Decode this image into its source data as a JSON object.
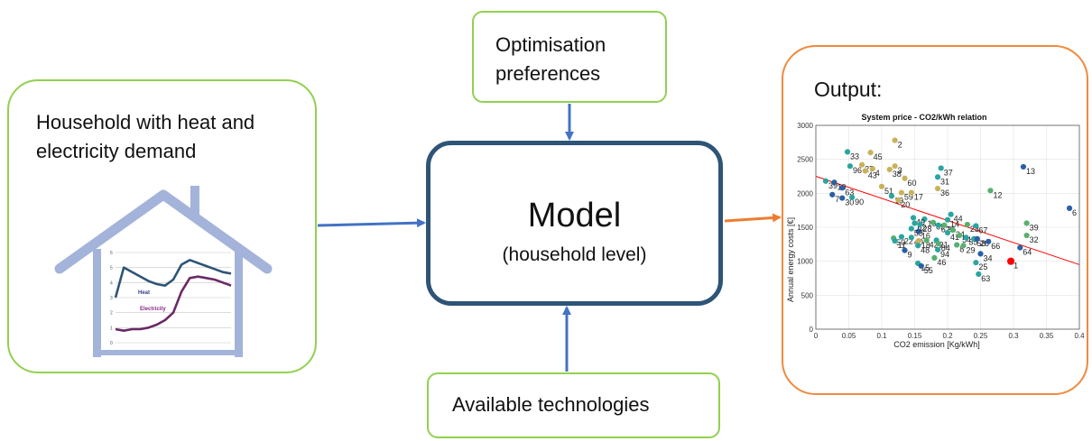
{
  "household": {
    "label": "Household with heat and electricity demand"
  },
  "house_chart": {
    "series": [
      {
        "name": "Heat",
        "color": "#2e5477",
        "values": [
          3,
          5,
          4.7,
          4.4,
          4.1,
          3.9,
          3.8,
          4.2,
          5.2,
          5.5,
          5.3,
          5.1,
          4.9,
          4.7,
          4.6
        ]
      },
      {
        "name": "Electricity",
        "color": "#6a2a66",
        "values": [
          0.9,
          0.8,
          0.9,
          0.9,
          1,
          1.2,
          1.5,
          2,
          3.4,
          4.3,
          4.4,
          4.3,
          4.2,
          4,
          3.8
        ]
      }
    ],
    "y_ticks": [
      "0",
      "1",
      "2",
      "3",
      "4",
      "5",
      "6"
    ]
  },
  "preferences": {
    "label": "Optimisation preferences"
  },
  "model": {
    "title": "Model",
    "subtitle": "(household level)"
  },
  "technologies": {
    "label": "Available technologies"
  },
  "output": {
    "label": "Output:"
  },
  "colors": {
    "green_border": "#92d050",
    "orange_border": "#f08a3e",
    "model_border": "#2e5477",
    "arrow_blue": "#4472c4",
    "arrow_orange": "#ed7d31",
    "house": "#a3b3d9",
    "trend": "#ff0000"
  },
  "chart_data": {
    "type": "scatter",
    "title": "System price - CO2/kWh relation",
    "xlabel": "CO2 emission [Kg/kWh]",
    "ylabel": "Annual energy costs [€]",
    "xlim": [
      0,
      0.4
    ],
    "ylim": [
      0,
      3000
    ],
    "x_ticks": [
      "0",
      "0.05",
      "0.1",
      "0.15",
      "0.2",
      "0.25",
      "0.3",
      "0.35",
      "0.4"
    ],
    "y_ticks": [
      "0",
      "500",
      "1000",
      "1500",
      "2000",
      "2500",
      "3000"
    ],
    "grid": true,
    "trendline": [
      [
        0,
        2250
      ],
      [
        0.4,
        950
      ]
    ],
    "points": [
      {
        "label": "2",
        "x": 0.12,
        "y": 2780,
        "color": "#c8b25a"
      },
      {
        "label": "33",
        "x": 0.048,
        "y": 2610,
        "color": "#2aa5a0"
      },
      {
        "label": "45",
        "x": 0.083,
        "y": 2600,
        "color": "#c8b25a"
      },
      {
        "label": "96",
        "x": 0.052,
        "y": 2400,
        "color": "#2aa5a0"
      },
      {
        "label": "27",
        "x": 0.07,
        "y": 2420,
        "color": "#c8b25a"
      },
      {
        "label": "3",
        "x": 0.12,
        "y": 2400,
        "color": "#c8b25a"
      },
      {
        "label": "43",
        "x": 0.075,
        "y": 2330,
        "color": "#c8b25a"
      },
      {
        "label": "4",
        "x": 0.086,
        "y": 2360,
        "color": "#c8b25a"
      },
      {
        "label": "38",
        "x": 0.112,
        "y": 2350,
        "color": "#c8b25a"
      },
      {
        "label": "37",
        "x": 0.19,
        "y": 2370,
        "color": "#2aa5a0"
      },
      {
        "label": "13",
        "x": 0.315,
        "y": 2390,
        "color": "#2a5fa8"
      },
      {
        "label": "60",
        "x": 0.135,
        "y": 2220,
        "color": "#c8b25a"
      },
      {
        "label": "31",
        "x": 0.185,
        "y": 2240,
        "color": "#2aa5a0"
      },
      {
        "label": "39",
        "x": 0.015,
        "y": 2180,
        "color": "#2aa5a0"
      },
      {
        "label": "10",
        "x": 0.028,
        "y": 2160,
        "color": "#2a5fa8"
      },
      {
        "label": "63",
        "x": 0.04,
        "y": 2080,
        "color": "#2a5fa8"
      },
      {
        "label": "51",
        "x": 0.1,
        "y": 2100,
        "color": "#c8b25a"
      },
      {
        "label": "7",
        "x": 0.025,
        "y": 1980,
        "color": "#2a5fa8"
      },
      {
        "label": "30",
        "x": 0.04,
        "y": 1930,
        "color": "#2a5fa8"
      },
      {
        "label": "90",
        "x": 0.055,
        "y": 1940,
        "color": "#2aa5a0"
      },
      {
        "label": "19",
        "x": 0.115,
        "y": 1960,
        "color": "#2aa5a0"
      },
      {
        "label": "20",
        "x": 0.125,
        "y": 1900,
        "color": "#c8b25a"
      },
      {
        "label": "59",
        "x": 0.13,
        "y": 2010,
        "color": "#c8b25a"
      },
      {
        "label": "17",
        "x": 0.145,
        "y": 2010,
        "color": "#c8b25a"
      },
      {
        "label": "36",
        "x": 0.185,
        "y": 2070,
        "color": "#c8b25a"
      },
      {
        "label": "12",
        "x": 0.265,
        "y": 2040,
        "color": "#58b06e"
      },
      {
        "label": "6",
        "x": 0.385,
        "y": 1780,
        "color": "#2a5fa8"
      },
      {
        "label": "44",
        "x": 0.205,
        "y": 1690,
        "color": "#2aa5a0"
      },
      {
        "label": "14",
        "x": 0.2,
        "y": 1610,
        "color": "#2aa5a0"
      },
      {
        "label": "10",
        "x": 0.165,
        "y": 1620,
        "color": "#2aa5a0"
      },
      {
        "label": "49",
        "x": 0.148,
        "y": 1640,
        "color": "#2aa5a0"
      },
      {
        "label": "62",
        "x": 0.15,
        "y": 1560,
        "color": "#2aa5a0"
      },
      {
        "label": "28",
        "x": 0.158,
        "y": 1540,
        "color": "#2aa5a0"
      },
      {
        "label": "69",
        "x": 0.178,
        "y": 1570,
        "color": "#58b06e"
      },
      {
        "label": "62",
        "x": 0.186,
        "y": 1530,
        "color": "#2aa5a0"
      },
      {
        "label": "35",
        "x": 0.195,
        "y": 1530,
        "color": "#58b06e"
      },
      {
        "label": "23",
        "x": 0.23,
        "y": 1540,
        "color": "#58b06e"
      },
      {
        "label": "67",
        "x": 0.243,
        "y": 1520,
        "color": "#2aa5a0"
      },
      {
        "label": "16",
        "x": 0.156,
        "y": 1440,
        "color": "#2a5fa8"
      },
      {
        "label": "24",
        "x": 0.208,
        "y": 1460,
        "color": "#58b06e"
      },
      {
        "label": "53",
        "x": 0.145,
        "y": 1480,
        "color": "#2aa5a0"
      },
      {
        "label": "41",
        "x": 0.2,
        "y": 1420,
        "color": "#2aa5a0"
      },
      {
        "label": "39",
        "x": 0.32,
        "y": 1560,
        "color": "#58b06e"
      },
      {
        "label": "32",
        "x": 0.32,
        "y": 1380,
        "color": "#58b06e"
      },
      {
        "label": "50",
        "x": 0.118,
        "y": 1340,
        "color": "#58b06e"
      },
      {
        "label": "22",
        "x": 0.13,
        "y": 1360,
        "color": "#2aa5a0"
      },
      {
        "label": "40",
        "x": 0.145,
        "y": 1350,
        "color": "#2aa5a0"
      },
      {
        "label": "18",
        "x": 0.156,
        "y": 1300,
        "color": "#c8b25a"
      },
      {
        "label": "42",
        "x": 0.168,
        "y": 1310,
        "color": "#58b06e"
      },
      {
        "label": "21",
        "x": 0.183,
        "y": 1310,
        "color": "#2aa5a0"
      },
      {
        "label": "54",
        "x": 0.218,
        "y": 1380,
        "color": "#58b06e"
      },
      {
        "label": "35",
        "x": 0.228,
        "y": 1350,
        "color": "#2aa5a0"
      },
      {
        "label": "58",
        "x": 0.24,
        "y": 1330,
        "color": "#2aa5a0"
      },
      {
        "label": "26",
        "x": 0.245,
        "y": 1330,
        "color": "#2a5fa8"
      },
      {
        "label": "66",
        "x": 0.262,
        "y": 1290,
        "color": "#2a5fa8"
      },
      {
        "label": "11",
        "x": 0.12,
        "y": 1300,
        "color": "#2aa5a0"
      },
      {
        "label": "48",
        "x": 0.155,
        "y": 1230,
        "color": "#2aa5a0"
      },
      {
        "label": "84",
        "x": 0.186,
        "y": 1260,
        "color": "#58b06e"
      },
      {
        "label": "8",
        "x": 0.214,
        "y": 1240,
        "color": "#58b06e"
      },
      {
        "label": "29",
        "x": 0.224,
        "y": 1230,
        "color": "#58b06e"
      },
      {
        "label": "9",
        "x": 0.135,
        "y": 1160,
        "color": "#2a5fa8"
      },
      {
        "label": "94",
        "x": 0.185,
        "y": 1170,
        "color": "#2aa5a0"
      },
      {
        "label": "64",
        "x": 0.31,
        "y": 1200,
        "color": "#2a5fa8"
      },
      {
        "label": "34",
        "x": 0.25,
        "y": 1110,
        "color": "#2a5fa8"
      },
      {
        "label": "46",
        "x": 0.18,
        "y": 1050,
        "color": "#58b06e"
      },
      {
        "label": "1",
        "x": 0.296,
        "y": 1000,
        "color": "#ff0000",
        "size": 7
      },
      {
        "label": "15",
        "x": 0.155,
        "y": 970,
        "color": "#2aa5a0"
      },
      {
        "label": "55",
        "x": 0.16,
        "y": 930,
        "color": "#2a5fa8"
      },
      {
        "label": "25",
        "x": 0.243,
        "y": 980,
        "color": "#2aa5a0"
      },
      {
        "label": "63",
        "x": 0.247,
        "y": 810,
        "color": "#2aa5a0"
      }
    ]
  }
}
